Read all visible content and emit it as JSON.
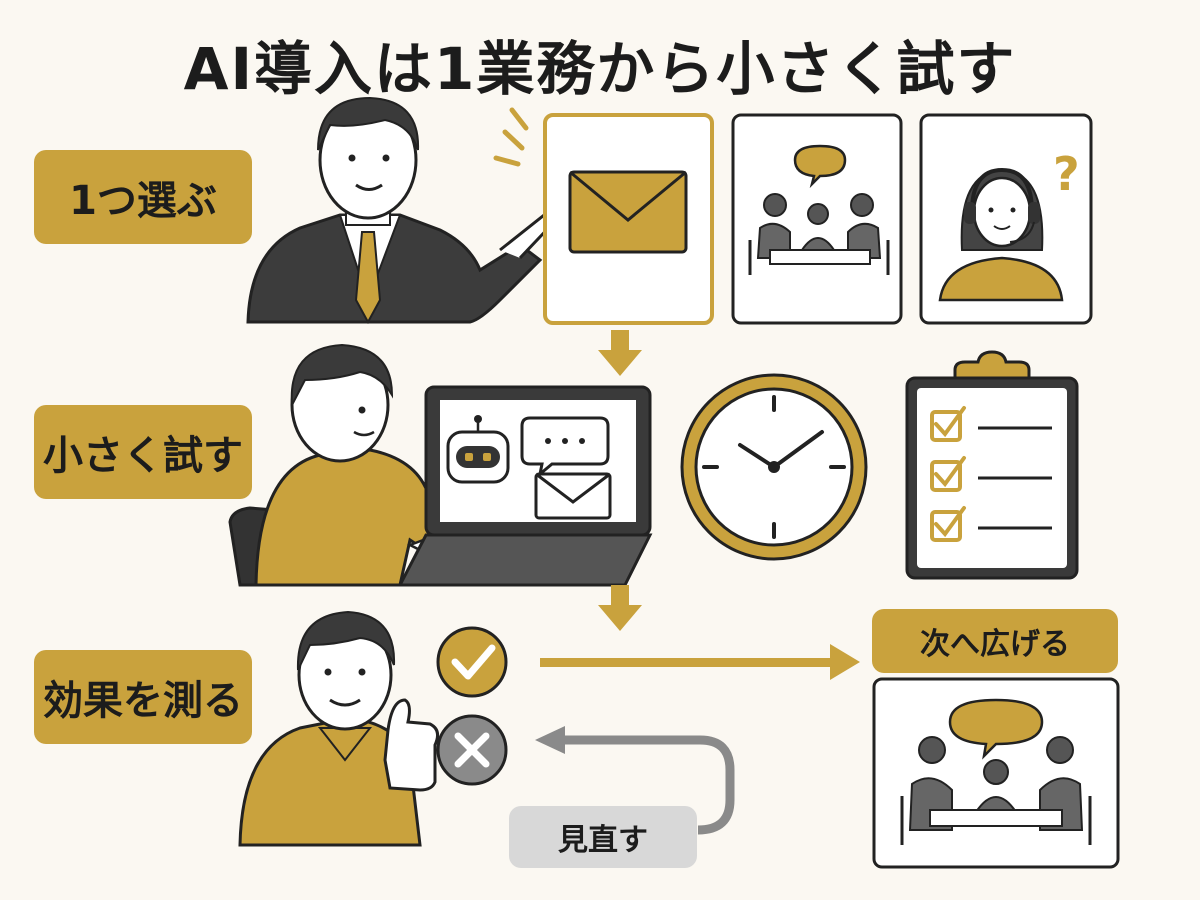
{
  "title": "AI導入は1業務から小さく試す",
  "steps": [
    {
      "label": "1つ選ぶ"
    },
    {
      "label": "小さく試す"
    },
    {
      "label": "効果を測る"
    }
  ],
  "branches": {
    "success_label": "次へ広げる",
    "retry_label": "見直す"
  },
  "colors": {
    "accent": "#c9a23d",
    "dark": "#3a3a3a",
    "muted": "#8a8a8a",
    "background": "#fbf8f2"
  }
}
